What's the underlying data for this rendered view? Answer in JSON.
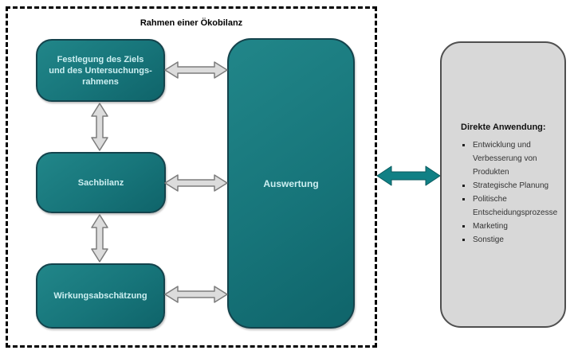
{
  "frame": {
    "title": "Rahmen einer Ökobilanz"
  },
  "stages": {
    "goal_scope": "Festlegung des Ziels\nund des Untersuchungs-\nrahmens",
    "inventory": "Sachbilanz",
    "impact_assessment": "Wirkungsabschätzung",
    "interpretation": "Auswertung"
  },
  "direct_application": {
    "heading": "Direkte Anwendung:",
    "items": [
      "Entwicklung und Verbesserung von Produkten",
      "Strategische Planung",
      "Politische Entscheidungsprozesse",
      "Marketing",
      "Sonstige"
    ]
  },
  "icons": {
    "horizontal_arrows": "double-headed-arrow",
    "vertical_arrows": "double-headed-arrow",
    "frame_to_panel": "double-headed-arrow"
  },
  "colors": {
    "stage_fill": "#17757a",
    "stage_fill_light": "#218689",
    "stage_border": "#14434c",
    "stage_text": "#cdeff1",
    "panel_fill": "#d8d8d8",
    "panel_border": "#4f4f4f",
    "gray_arrow_fill": "#dcdcdc",
    "gray_arrow_stroke": "#7c7c7c",
    "teal_arrow_fill": "#108085",
    "teal_arrow_stroke": "#0a5a5e",
    "frame_border": "#000000"
  }
}
